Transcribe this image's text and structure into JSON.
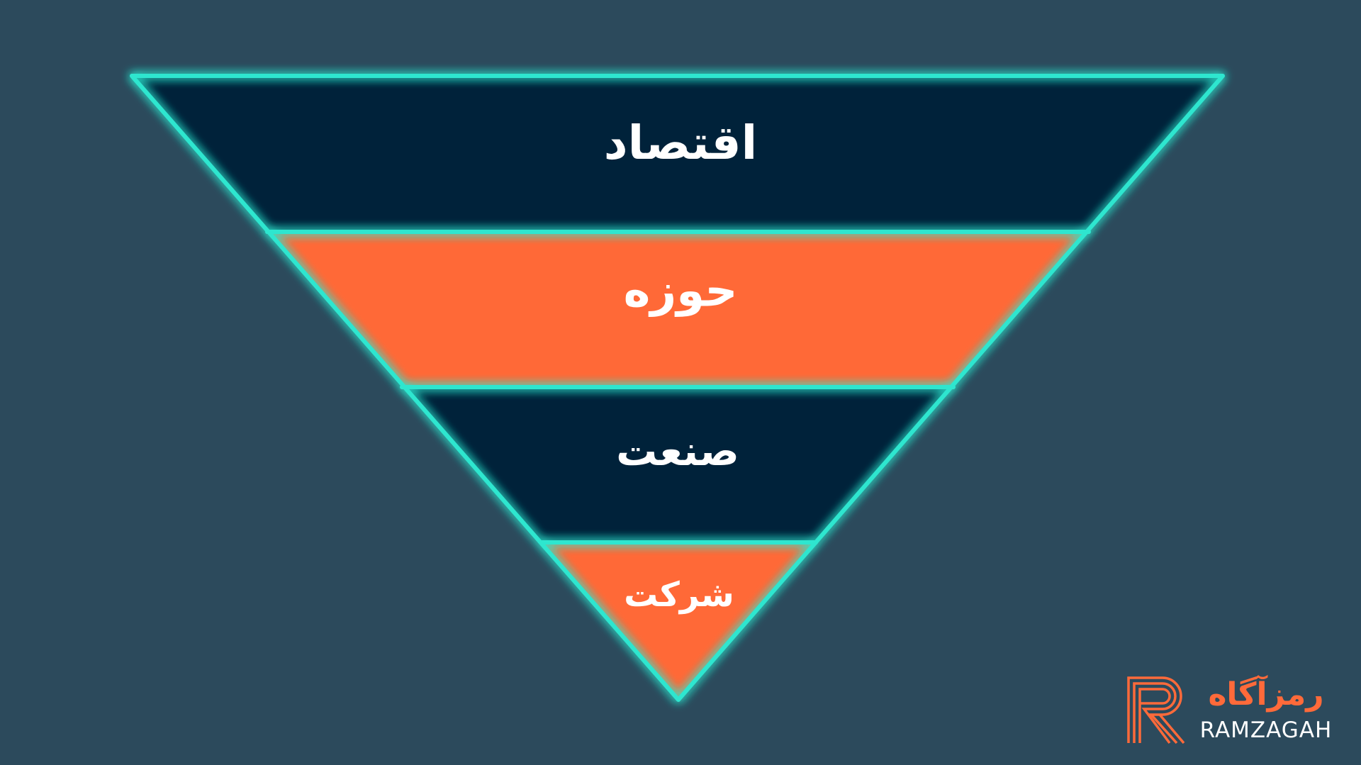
{
  "diagram": {
    "type": "inverted-pyramid",
    "colors": {
      "background": "#2c4a5c",
      "dark_band": "#00223a",
      "accent_band": "#ff6937",
      "outline_glow": "#2ee6cf",
      "label_text": "#ffffff"
    },
    "levels": [
      {
        "label": "اقتصاد",
        "fill": "dark"
      },
      {
        "label": "حوزه",
        "fill": "accent"
      },
      {
        "label": "صنعت",
        "fill": "dark"
      },
      {
        "label": "شرکت",
        "fill": "accent"
      }
    ]
  },
  "brand": {
    "name_fa": "رمزآگاه",
    "name_en": "RAMZAGAH",
    "logo_icon": "r-monogram-icon",
    "color": "#ff6a3a"
  }
}
